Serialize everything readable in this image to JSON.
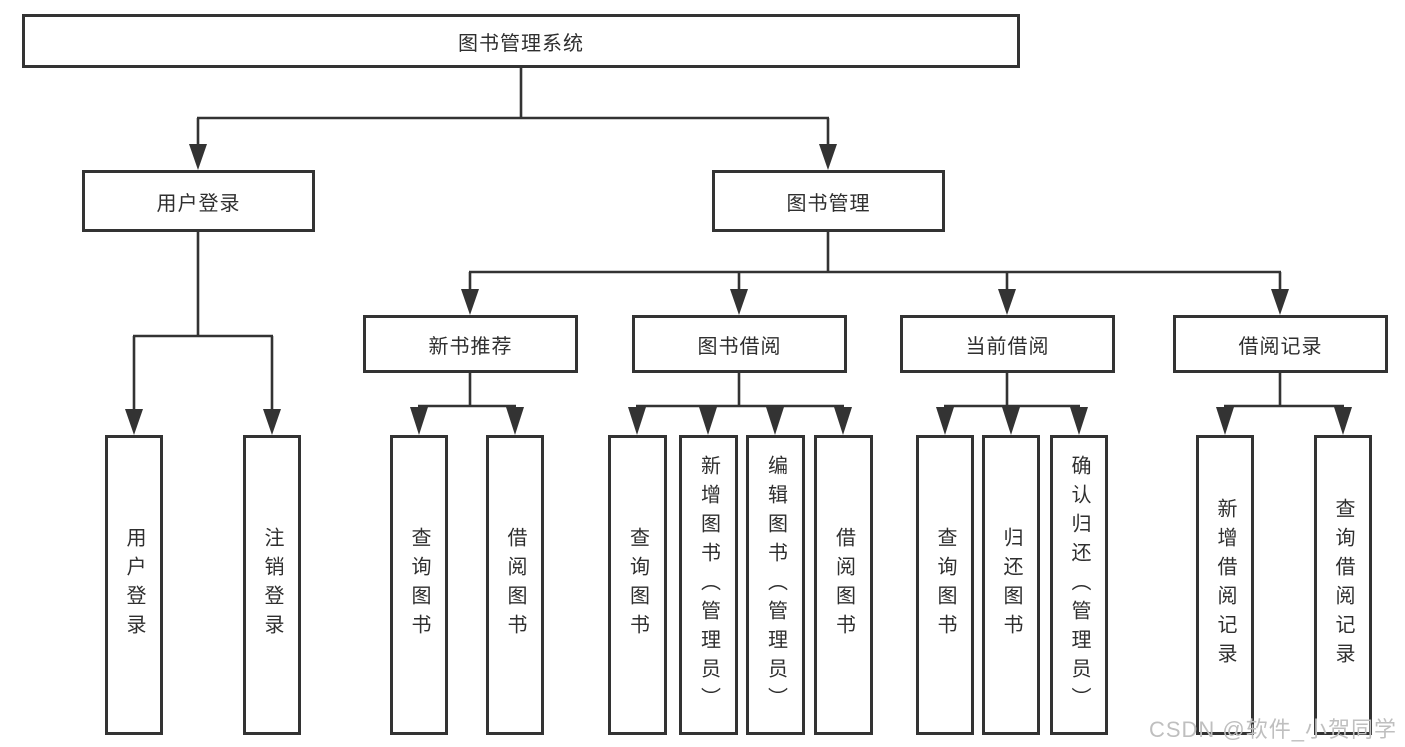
{
  "tree": {
    "label": "图书管理系统",
    "children": [
      {
        "label": "用户登录",
        "children": [
          {
            "label": "用户登录"
          },
          {
            "label": "注销登录"
          }
        ]
      },
      {
        "label": "图书管理",
        "children": [
          {
            "label": "新书推荐",
            "children": [
              {
                "label": "查询图书"
              },
              {
                "label": "借阅图书"
              }
            ]
          },
          {
            "label": "图书借阅",
            "children": [
              {
                "label": "查询图书"
              },
              {
                "label": "新增图书（管理员）"
              },
              {
                "label": "编辑图书（管理员）"
              },
              {
                "label": "借阅图书"
              }
            ]
          },
          {
            "label": "当前借阅",
            "children": [
              {
                "label": "查询图书"
              },
              {
                "label": "归还图书"
              },
              {
                "label": "确认归还（管理员）"
              }
            ]
          },
          {
            "label": "借阅记录",
            "children": [
              {
                "label": "新增借阅记录"
              },
              {
                "label": "查询借阅记录"
              }
            ]
          }
        ]
      }
    ]
  },
  "watermark": "CSDN @软件_小贺同学",
  "colors": {
    "line": "#333333",
    "text": "#2f2f2f",
    "watermark": "#bfbfbf",
    "background": "#ffffff"
  }
}
